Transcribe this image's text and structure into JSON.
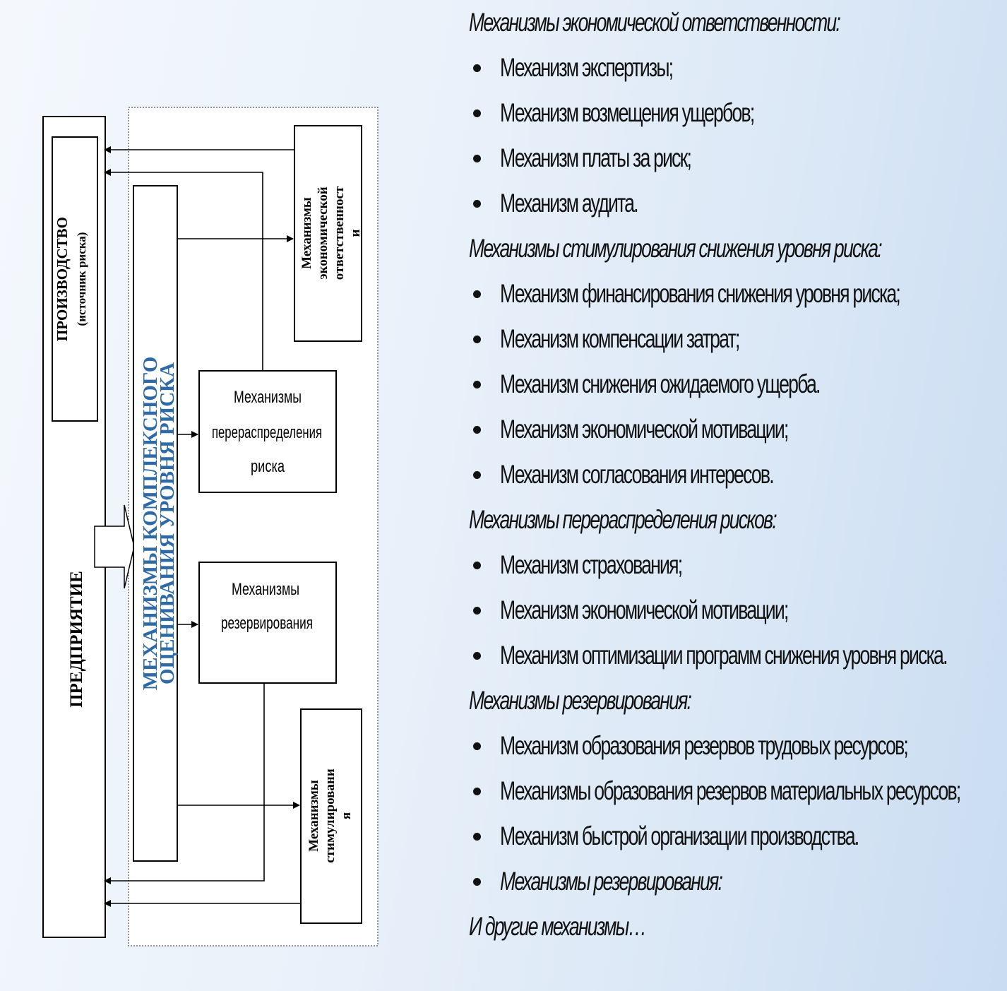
{
  "diagram": {
    "enterprise_label": "ПРЕДПРИЯТИЕ",
    "production": {
      "line1": "ПРОИЗВОДСТВО",
      "line2": "(источник риска)"
    },
    "complex_assessment": {
      "line1": "МЕХАНИЗМЫ КОМПЛЕКСНОГО",
      "line2": "ОЦЕНИВАНИЯ УРОВНЯ РИСКА"
    },
    "economic_responsibility": {
      "line1": "Механизмы",
      "line2": "экономической",
      "line3": "ответственност",
      "line4": "и"
    },
    "redistribution": {
      "line1": "Механизмы",
      "line2": "перераспределения",
      "line3": "риска"
    },
    "reservation": {
      "line1": "Механизмы",
      "line2": "резервирования"
    },
    "stimulation": {
      "line1": "Механизмы",
      "line2": "стимулировани",
      "line3": "я"
    }
  },
  "sections": [
    {
      "title": "Механизмы экономической ответственности:",
      "items": [
        {
          "text": "Механизм экспертизы;"
        },
        {
          "text": "Механизм возмещения ущербов;"
        },
        {
          "text": "Механизм платы за риск;"
        },
        {
          "text": "Механизм аудита."
        }
      ]
    },
    {
      "title": "Механизмы стимулирования снижения уровня риска:",
      "items": [
        {
          "text": "Механизм финансирования снижения уровня риска;"
        },
        {
          "text": "Механизм компенсации затрат;"
        },
        {
          "text": "Механизм снижения ожидаемого ущерба."
        },
        {
          "text": "Механизм экономической мотивации;"
        },
        {
          "text": "Механизм согласования интересов."
        }
      ]
    },
    {
      "title": "Механизмы перераспределения рисков:",
      "items": [
        {
          "text": "Механизм страхования;"
        },
        {
          "text": "Механизм экономической мотивации;"
        },
        {
          "text": "Механизм оптимизации программ снижения уровня риска."
        }
      ]
    },
    {
      "title": "Механизмы резервирования:",
      "items": [
        {
          "text": "Механизм образования резервов трудовых ресурсов;"
        },
        {
          "text": "Механизмы образования резервов материальных ресурсов;"
        },
        {
          "text": "Механизм быстрой организации производства."
        },
        {
          "text": "Механизмы резервирования:",
          "italic": true
        }
      ]
    },
    {
      "title": "И другие механизмы…",
      "items": []
    }
  ]
}
